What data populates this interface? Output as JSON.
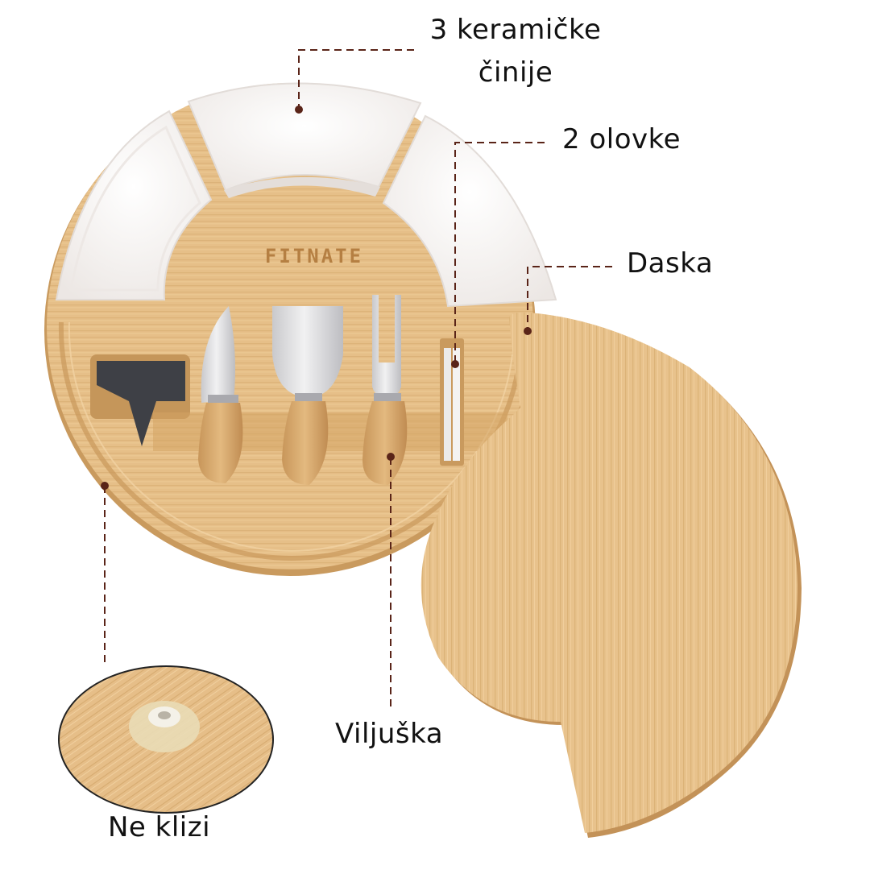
{
  "product": {
    "brand_engraving": "FITNATE",
    "colors": {
      "bamboo_light": "#E8C38E",
      "bamboo_mid": "#D9AD70",
      "bamboo_dark": "#B98A4E",
      "ceramic": "#F7F5F4",
      "ceramic_shadow": "#E4DEDA",
      "steel": "#DCDCDE",
      "slate": "#3E4046",
      "chalk": "#ECEBEA",
      "callout_line": "#5A2418",
      "text": "#111111"
    }
  },
  "callouts": [
    {
      "id": "ceramic-bowls",
      "line1": "3 keramičke",
      "line2": "činije"
    },
    {
      "id": "chalk-markers",
      "text": "2 olovke"
    },
    {
      "id": "cutting-board",
      "text": "Daska"
    },
    {
      "id": "fork",
      "text": "Viljuška"
    },
    {
      "id": "non-slip",
      "text": "Ne klizi"
    }
  ]
}
